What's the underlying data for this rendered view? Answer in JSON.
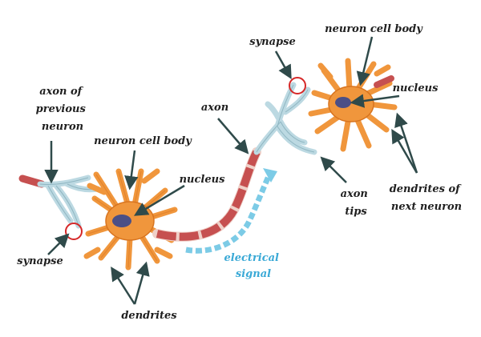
{
  "labels": {
    "axon_of_previous_neuron": [
      "axon of",
      "previous",
      "neuron"
    ],
    "left_cell_body": "neuron cell body",
    "left_nucleus": "nucleus",
    "axon": "axon",
    "left_synapse": "synapse",
    "dendrites": "dendrites",
    "electrical_signal": [
      "electrical",
      "signal"
    ],
    "right_synapse": "synapse",
    "right_cell_body": "neuron cell body",
    "right_nucleus": "nucleus",
    "axon_tips": [
      "axon",
      "tips"
    ],
    "dendrites_of_next_neuron": [
      "dendrites of",
      "next neuron"
    ]
  },
  "colors": {
    "cell_body": "#f0963c",
    "cell_body_edge": "#d8741f",
    "nucleus": "#4b4f86",
    "axon_segment": "#c65050",
    "axon_terminal": "#bcd9e2",
    "synapse_ring": "#d62828",
    "signal_arrow": "#7ccbe6",
    "leader_line": "#2f4a4a",
    "label_text": "#1f1f1f",
    "signal_text": "#3aa9d6"
  }
}
